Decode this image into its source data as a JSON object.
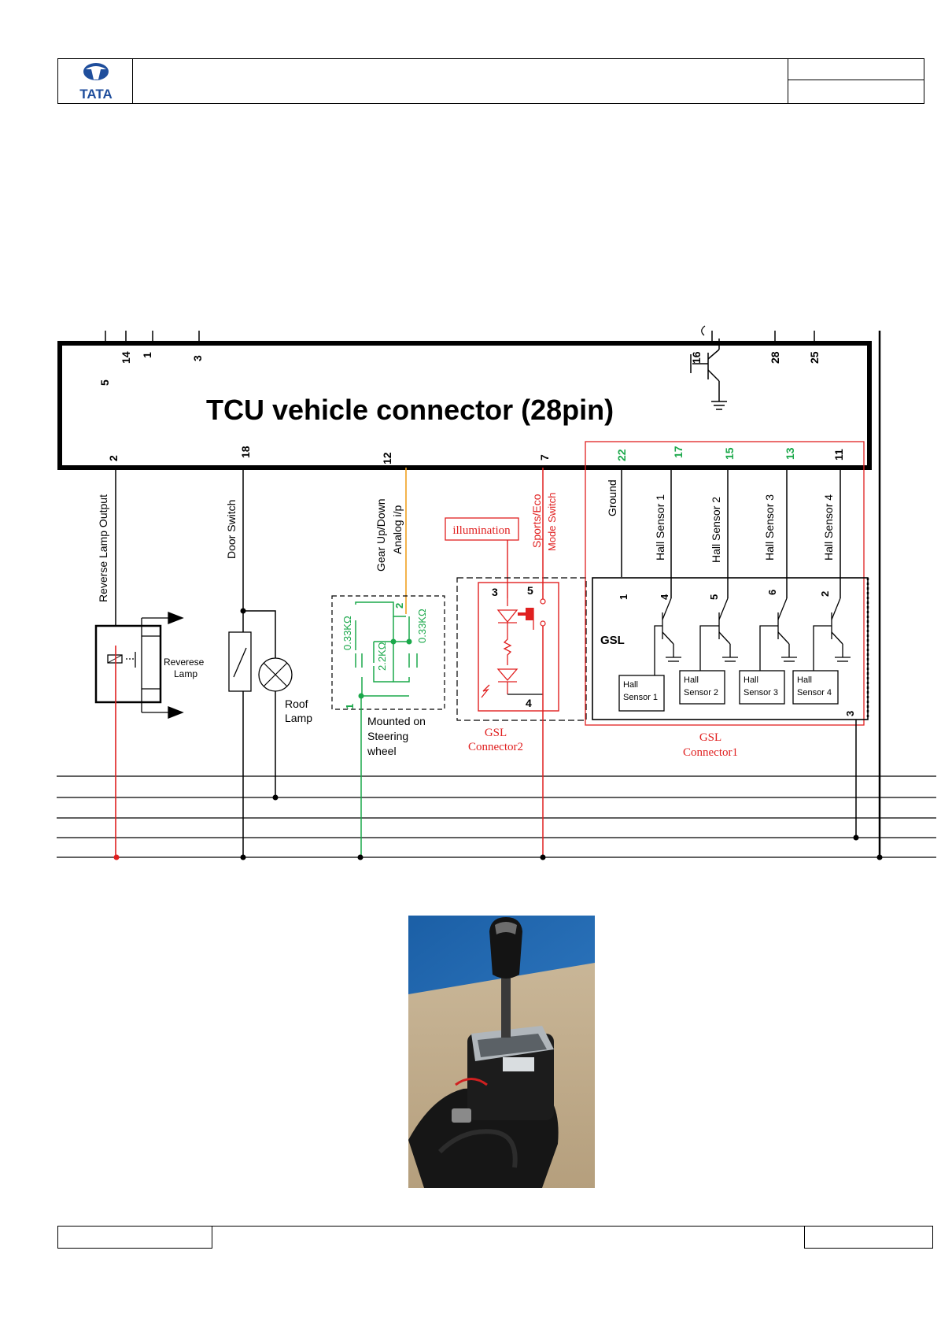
{
  "header": {
    "logo_text": "TATA"
  },
  "tcu": {
    "title": "TCU  vehicle connector (28pin)",
    "top_pins": [
      "5",
      "14",
      "1",
      "3",
      "16",
      "28",
      "25"
    ],
    "bottom_pins": [
      "2",
      "18",
      "12",
      "7",
      "22",
      "17",
      "15",
      "13",
      "11"
    ]
  },
  "signals": {
    "reverse_lamp_output": "Reverse Lamp Output",
    "door_switch": "Door Switch",
    "gear_updown_line1": "Gear  Up/Down",
    "gear_updown_line2": "Analog i/p",
    "sports_eco_line1": "Sports/Eco",
    "sports_eco_line2": "Mode  Switch",
    "ground": "Ground",
    "hall1": "Hall Sensor 1",
    "hall2": "Hall Sensor 2",
    "hall3": "Hall Sensor 3",
    "hall4": "Hall Sensor 4"
  },
  "components": {
    "reverse_lamp_line1": "Reverese",
    "reverse_lamp_line2": "Lamp",
    "roof_lamp_line1": "Roof",
    "roof_lamp_line2": "Lamp",
    "steering_note_line1": "Mounted on",
    "steering_note_line2": "Steering",
    "steering_note_line3": "wheel",
    "res_left": "0.33KΩ",
    "res_mid": "2.2KΩ",
    "res_right": "0.33KΩ",
    "steer_pin1": "1",
    "steer_pin2": "2",
    "illumination": "illumination",
    "conn2_pin3": "3",
    "conn2_pin5": "5",
    "conn2_pin4": "4",
    "conn2_label_line1": "GSL",
    "conn2_label_line2": "Connector2",
    "gsl": "GSL",
    "gsl_pin1": "1",
    "gsl_pin4": "4",
    "gsl_pin5": "5",
    "gsl_pin6": "6",
    "gsl_pin2": "2",
    "gsl_pin3": "3",
    "hall_box1_line1": "Hall",
    "hall_box1_line2": "Sensor 1",
    "hall_box2_line1": "Hall",
    "hall_box2_line2": "Sensor 2",
    "hall_box3_line1": "Hall",
    "hall_box3_line2": "Sensor 3",
    "hall_box4_line1": "Hall",
    "hall_box4_line2": "Sensor 4",
    "conn1_label_line1": "GSL",
    "conn1_label_line2": "Connector1"
  },
  "colors": {
    "red": "#e02020",
    "green": "#1aa84a",
    "orange": "#f0a020",
    "black": "#000000",
    "logo_blue": "#1f4e9c"
  }
}
